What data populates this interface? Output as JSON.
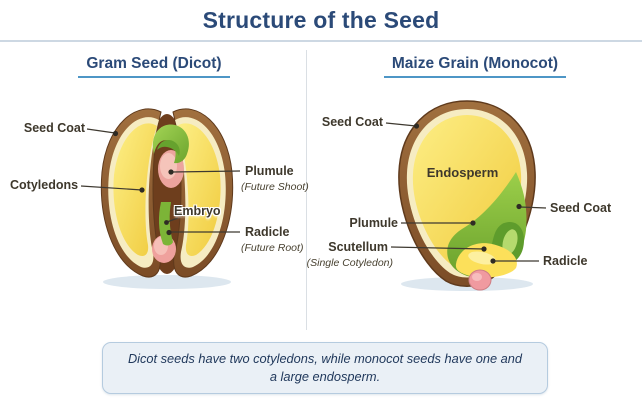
{
  "title": "Structure of the Seed",
  "left_panel": {
    "heading": "Gram Seed (Dicot)",
    "labels": {
      "seed_coat": "Seed Coat",
      "cotyledons": "Cotyledons",
      "plumule": "Plumule",
      "plumule_sub": "(Future Shoot)",
      "embryo": "Embryo",
      "radicle": "Radicle",
      "radicle_sub": "(Future Root)"
    }
  },
  "right_panel": {
    "heading": "Maize Grain (Monocot)",
    "labels": {
      "seed_coat_upper": "Seed Coat",
      "endosperm": "Endosperm",
      "seed_coat_right": "Seed Coat",
      "plumule": "Plumule",
      "scutellum": "Scutellum",
      "scutellum_sub": "(Single Cotyledon)",
      "radicle": "Radicle"
    }
  },
  "note": {
    "line1": "Dicot seeds have two cotyledons, while monocot seeds have one and",
    "line2": "a large endosperm."
  },
  "colors": {
    "title_navy": "#2b4a78",
    "heading_underline_blue": "#4e96c6",
    "label_text": "#3e382c",
    "seed_coat_brown": "#91613a",
    "cotyledon_yellow": "#f8e25d",
    "embryo_green": "#85c03d",
    "radicle_pink": "#efa3a0",
    "note_background": "#eaf0f6",
    "note_border": "#b5cbdf"
  }
}
